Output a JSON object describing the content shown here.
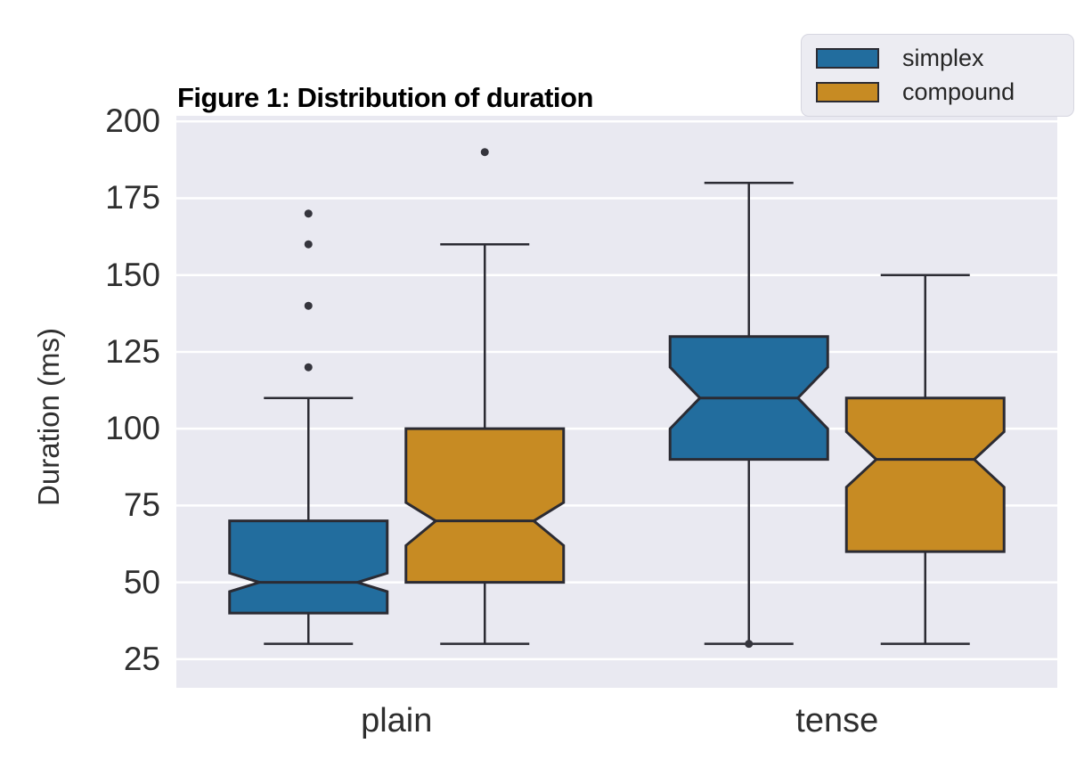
{
  "chart_data": {
    "type": "boxplot",
    "title": "Figure 1: Distribution of duration",
    "ylabel": "Duration (ms)",
    "xlabel": "",
    "categories": [
      "plain",
      "tense"
    ],
    "yticks": [
      25,
      50,
      75,
      100,
      125,
      150,
      175,
      200
    ],
    "ylim": [
      15.7,
      201.8
    ],
    "grid": "horizontal",
    "notched": true,
    "legend": {
      "position": "upper-right-outside",
      "entries": [
        "simplex",
        "compound"
      ]
    },
    "series": [
      {
        "name": "simplex",
        "color": "#226d9e",
        "boxes": [
          {
            "category": "plain",
            "whisker_low": 30,
            "q1": 40,
            "median": 50,
            "q3": 70,
            "whisker_high": 110,
            "notch_low": 47,
            "notch_high": 53,
            "outliers": [
              120,
              140,
              160,
              170
            ]
          },
          {
            "category": "tense",
            "whisker_low": 30,
            "q1": 90,
            "median": 110,
            "q3": 130,
            "whisker_high": 180,
            "notch_low": 100,
            "notch_high": 120,
            "outliers": [
              30
            ]
          }
        ]
      },
      {
        "name": "compound",
        "color": "#c78b23",
        "boxes": [
          {
            "category": "plain",
            "whisker_low": 30,
            "q1": 50,
            "median": 70,
            "q3": 100,
            "whisker_high": 160,
            "notch_low": 62,
            "notch_high": 76,
            "outliers": [
              190
            ]
          },
          {
            "category": "tense",
            "whisker_low": 30,
            "q1": 60,
            "median": 90,
            "q3": 110,
            "whisker_high": 150,
            "notch_low": 81,
            "notch_high": 99,
            "outliers": []
          }
        ]
      }
    ],
    "colors": {
      "plot_background": "#e9e9f1",
      "gridline": "#ffffff",
      "box_edge": "#2b2b33",
      "flier": "#35353d",
      "tick_text": "#2e2e2e",
      "legend_background": "#ececf2",
      "legend_border": "#d6d6e0"
    }
  }
}
